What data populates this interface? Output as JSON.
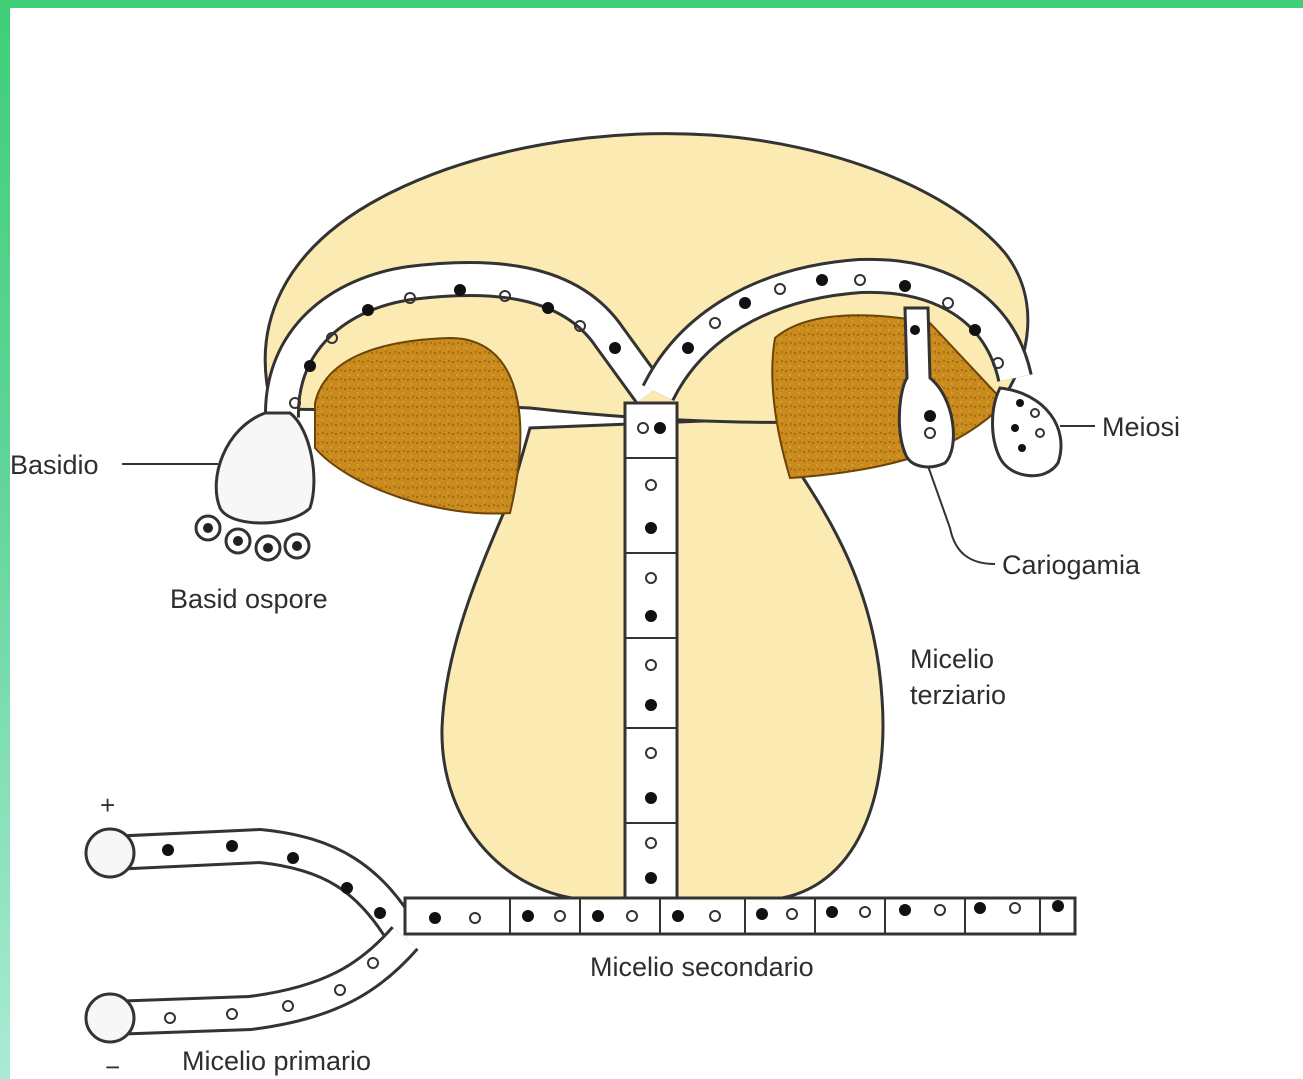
{
  "labels": {
    "basidio": "Basidio",
    "basidiospore": "Basid ospore",
    "meiosi": "Meiosi",
    "cariogamia": "Cariogamia",
    "micelio_terziario_1": "Micelio",
    "micelio_terziario_2": "terziario",
    "micelio_secondario": "Micelio secondario",
    "micelio_primario": "Micelio primario",
    "plus": "+",
    "minus": "−"
  },
  "colors": {
    "frame": "#3ecf78",
    "cap_flesh": "#fbeab2",
    "gills": "#c98a1e",
    "gills_dark": "#8c5708",
    "cell_fill": "#ffffff",
    "outline": "#333333"
  }
}
